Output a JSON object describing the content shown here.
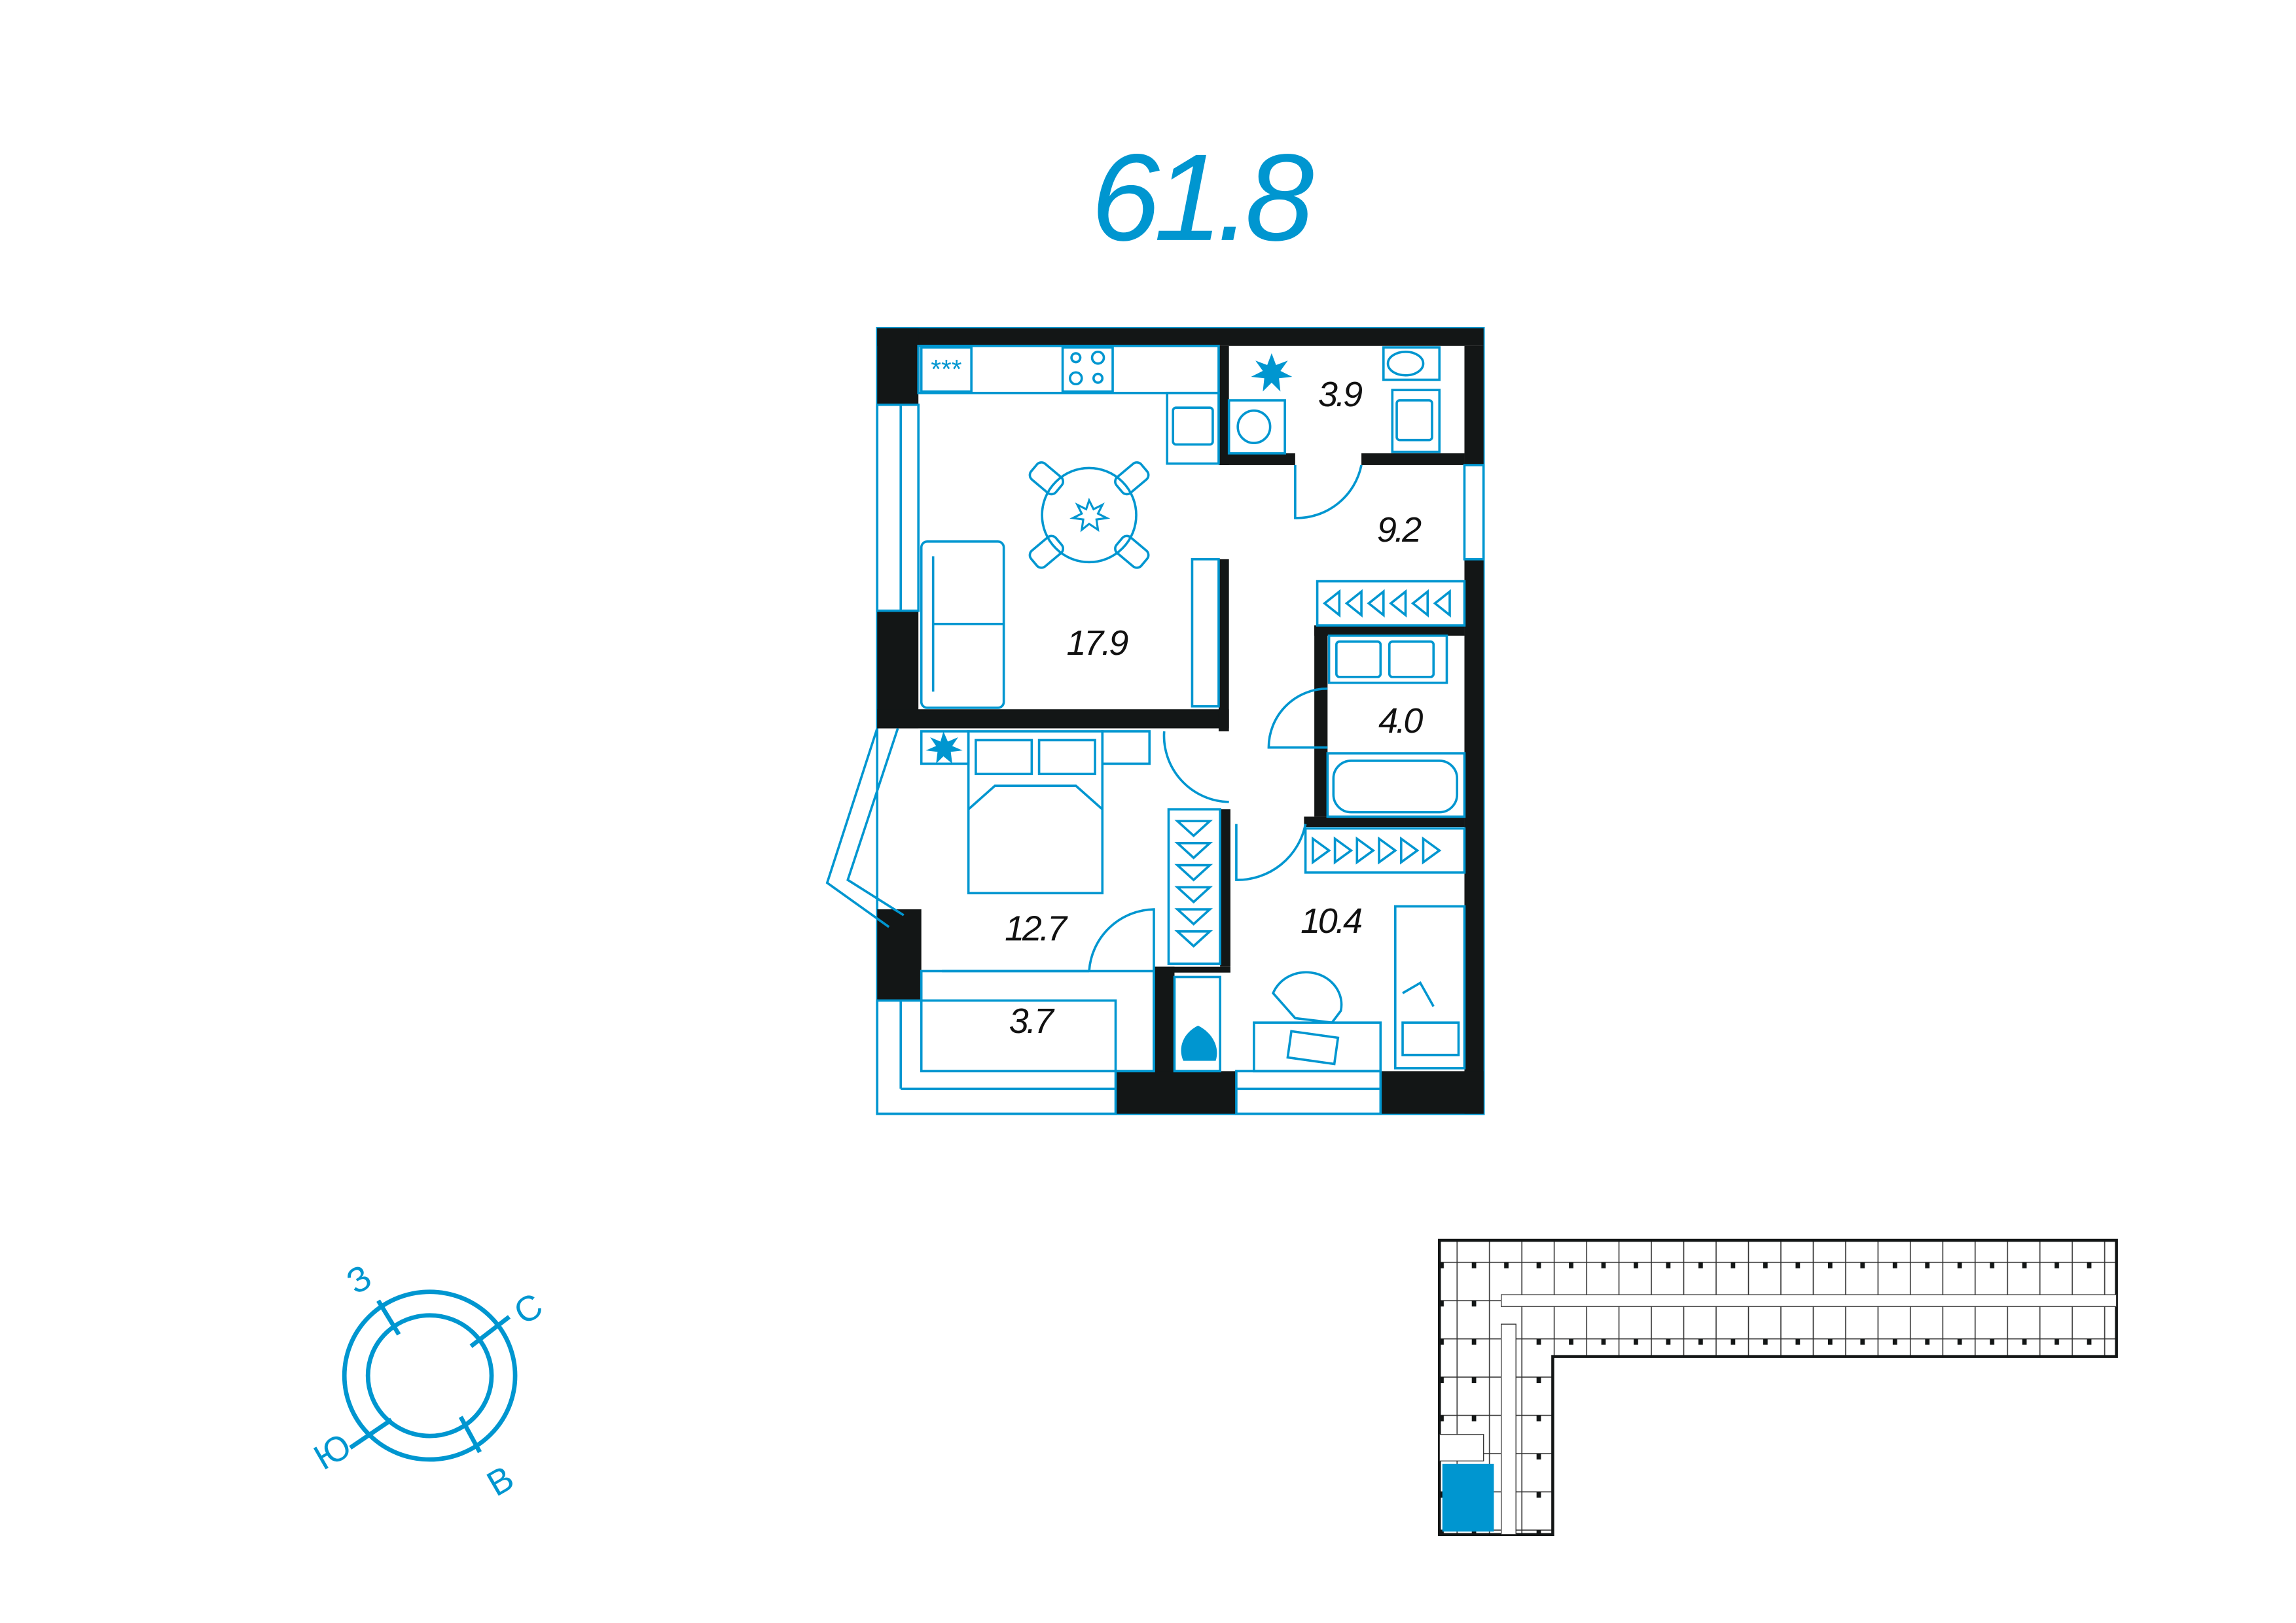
{
  "total_area": "61.8",
  "colors": {
    "accent": "#0096d0",
    "wall": "#131616",
    "background": "#ffffff"
  },
  "rooms": [
    {
      "name": "kitchen-living",
      "area": "17.9"
    },
    {
      "name": "wc",
      "area": "3.9"
    },
    {
      "name": "hallway",
      "area": "9.2"
    },
    {
      "name": "bathroom",
      "area": "4.0"
    },
    {
      "name": "bedroom",
      "area": "12.7"
    },
    {
      "name": "childroom",
      "area": "10.4"
    },
    {
      "name": "loggia",
      "area": "3.7"
    }
  ],
  "compass": {
    "west": "З",
    "north": "С",
    "south": "Ю",
    "east": "В"
  },
  "floor_key_plan": {
    "highlighted_unit": true
  },
  "icons": [
    "stove-icon",
    "sink-icon",
    "washing-machine-icon",
    "toilet-icon",
    "plant-icon",
    "dining-table-icon",
    "sofa-icon",
    "bed-icon",
    "wardrobe-icon",
    "bathtub-icon",
    "desk-icon",
    "chair-icon"
  ]
}
